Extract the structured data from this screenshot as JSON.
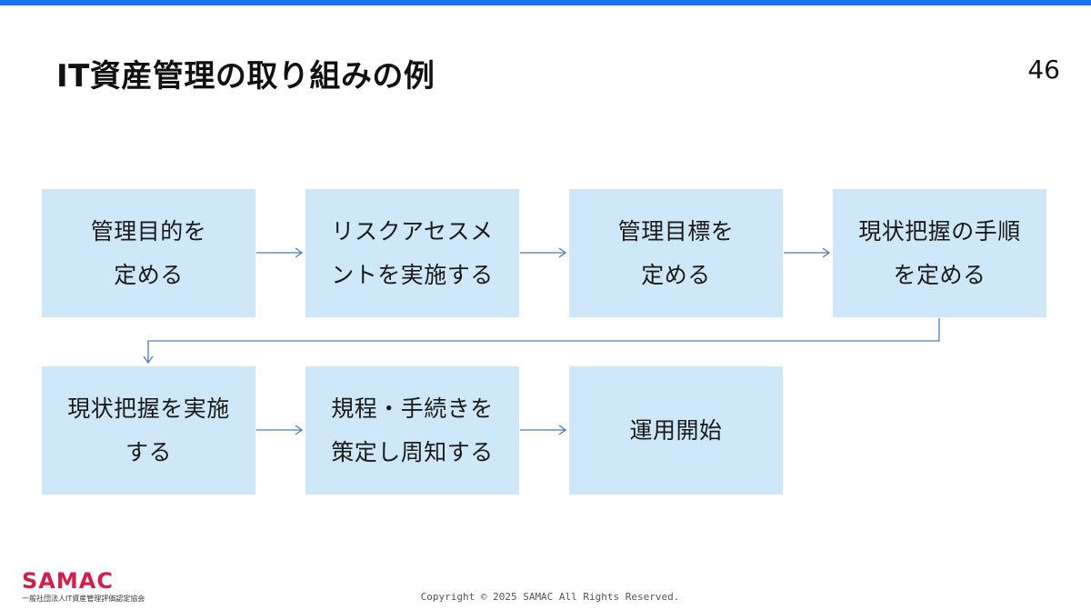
{
  "slide": {
    "title": "IT資産管理の取り組みの例",
    "page_number": "46"
  },
  "flow": {
    "steps": [
      {
        "line1": "管理目的を",
        "line2": "定める"
      },
      {
        "line1": "リスクアセスメ",
        "line2": "ントを実施する"
      },
      {
        "line1": "管理目標を",
        "line2": "定める"
      },
      {
        "line1": "現状把握の手順",
        "line2": "を定める"
      },
      {
        "line1": "現状把握を実施",
        "line2": "する"
      },
      {
        "line1": "規程・手続きを",
        "line2": "策定し周知する"
      },
      {
        "line1": "運用開始",
        "line2": ""
      }
    ],
    "box_color": "#cfe8f9",
    "arrow_color": "#4a7fb8"
  },
  "footer": {
    "logo_text": "SAMAC",
    "logo_subtitle": "一般社団法人IT資産管理評価認定協会",
    "copyright": "Copyright © 2025 SAMAC All Rights Reserved.",
    "logo_color": "#d0204a"
  },
  "accent_bar_color": "#1a73e8"
}
